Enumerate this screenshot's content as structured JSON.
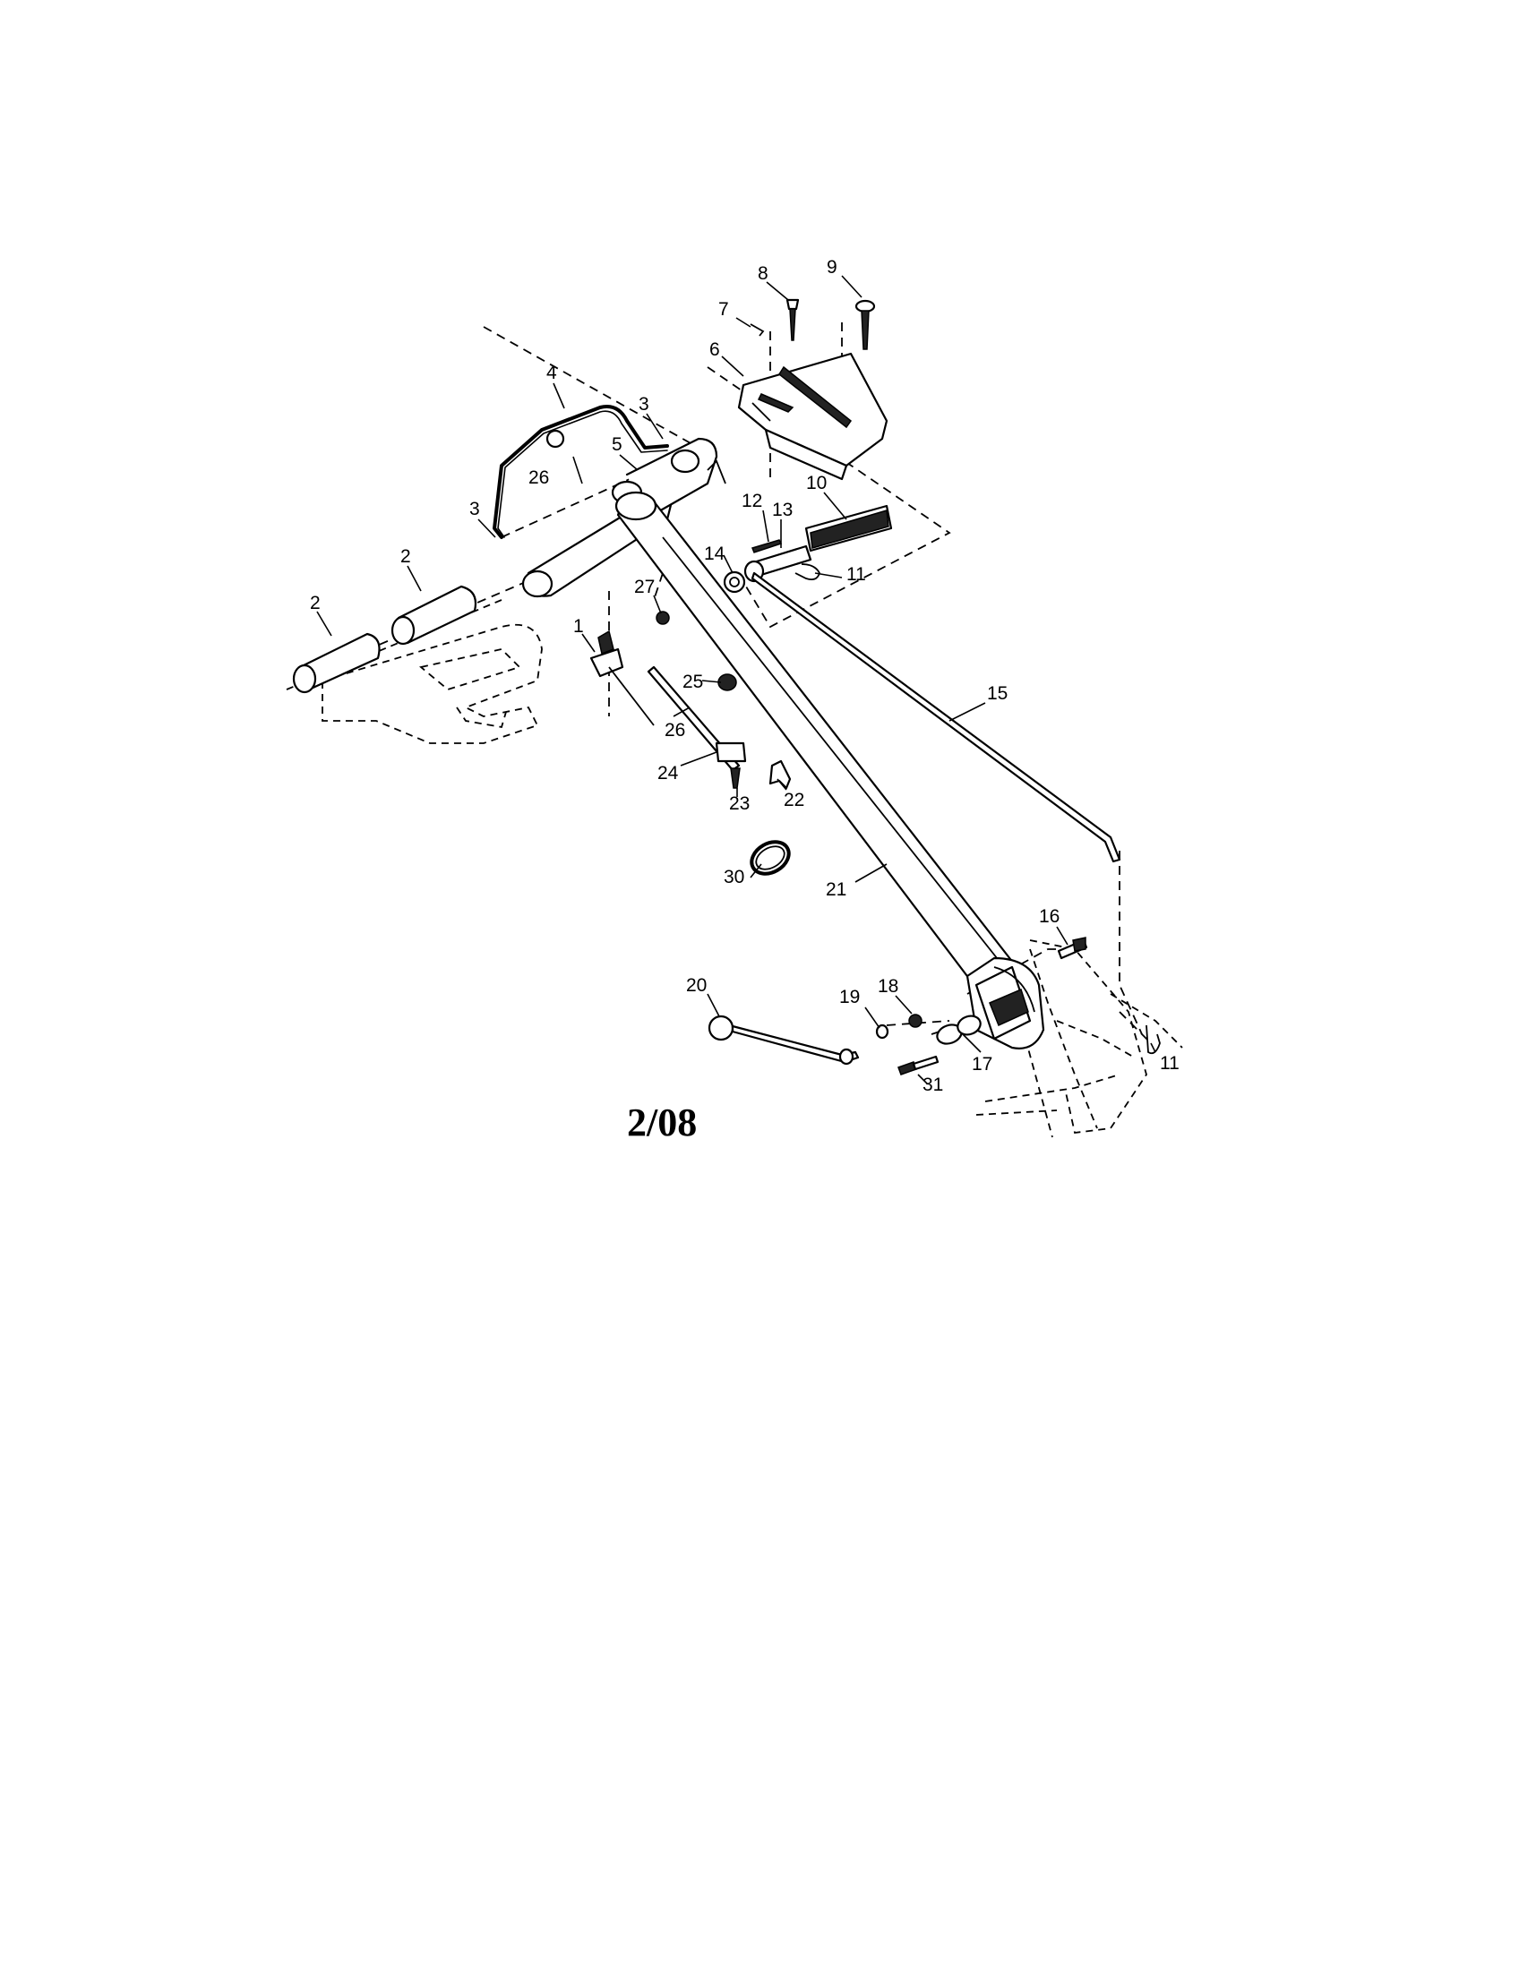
{
  "diagram": {
    "revision": "2/08",
    "callouts": {
      "c1": "1",
      "c2a": "2",
      "c2b": "2",
      "c3a": "3",
      "c3b": "3",
      "c4": "4",
      "c5": "5",
      "c6": "6",
      "c7": "7",
      "c8": "8",
      "c9": "9",
      "c10": "10",
      "c11a": "11",
      "c11b": "11",
      "c12": "12",
      "c13": "13",
      "c14": "14",
      "c15": "15",
      "c16": "16",
      "c17": "17",
      "c18": "18",
      "c19": "19",
      "c20": "20",
      "c21": "21",
      "c22": "22",
      "c23": "23",
      "c24": "24",
      "c25": "25",
      "c26a": "26",
      "c26b": "26",
      "c27": "27",
      "c30": "30",
      "c31": "31"
    }
  }
}
